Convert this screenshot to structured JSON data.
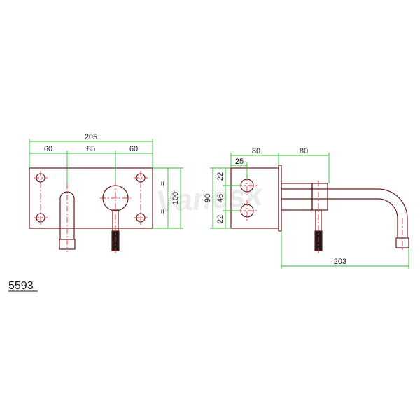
{
  "colors": {
    "outline": "#6a1a1a",
    "dimension": "#2fbf2f",
    "centerline": "#e0303a",
    "text": "#222222",
    "watermark": "#dcdcdc"
  },
  "watermark": "Vanesk",
  "model_number": "5593",
  "front_view": {
    "overall_width": "205",
    "left_segment": "60",
    "middle_segment": "85",
    "right_segment": "60",
    "height": "100",
    "equal_top": "=",
    "equal_bottom": "="
  },
  "side_view": {
    "top_left_segment": "80",
    "top_right_segment": "80",
    "offset": "25",
    "overall_height": "90",
    "upper_gap": "22",
    "hole_spacing": "46",
    "lower_gap": "22",
    "projection": "203"
  }
}
